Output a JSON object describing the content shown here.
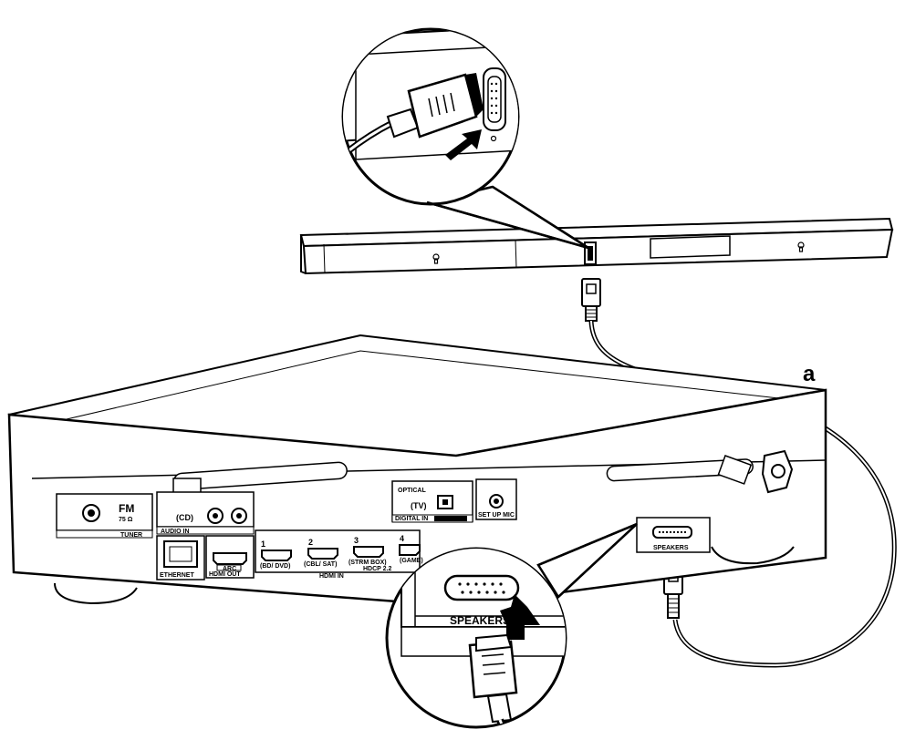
{
  "diagram": {
    "callout_label": "a",
    "receiver": {
      "tuner": "TUNER",
      "fm": "FM",
      "fm_ohm": "75 Ω",
      "audio_in": "AUDIO IN",
      "cd": "(CD)",
      "ethernet": "ETHERNET",
      "hdmi_out": "HDMI OUT",
      "arc": "ARC",
      "hdmi_in": "HDMI IN",
      "hdmi_inputs": [
        {
          "num": "1",
          "name": "(BD/ DVD)"
        },
        {
          "num": "2",
          "name": "(CBL/ SAT)"
        },
        {
          "num": "3",
          "name": "(STRM BOX)"
        },
        {
          "num": "4",
          "name": "(GAME)"
        }
      ],
      "hdcp": "HDCP 2.2",
      "optical": "OPTICAL",
      "tv": "(TV)",
      "digital_in": "DIGITAL IN",
      "setup_mic": "SET UP MIC",
      "speakers": "SPEAKERS"
    },
    "zoom_speakers_label": "SPEAKERS"
  }
}
